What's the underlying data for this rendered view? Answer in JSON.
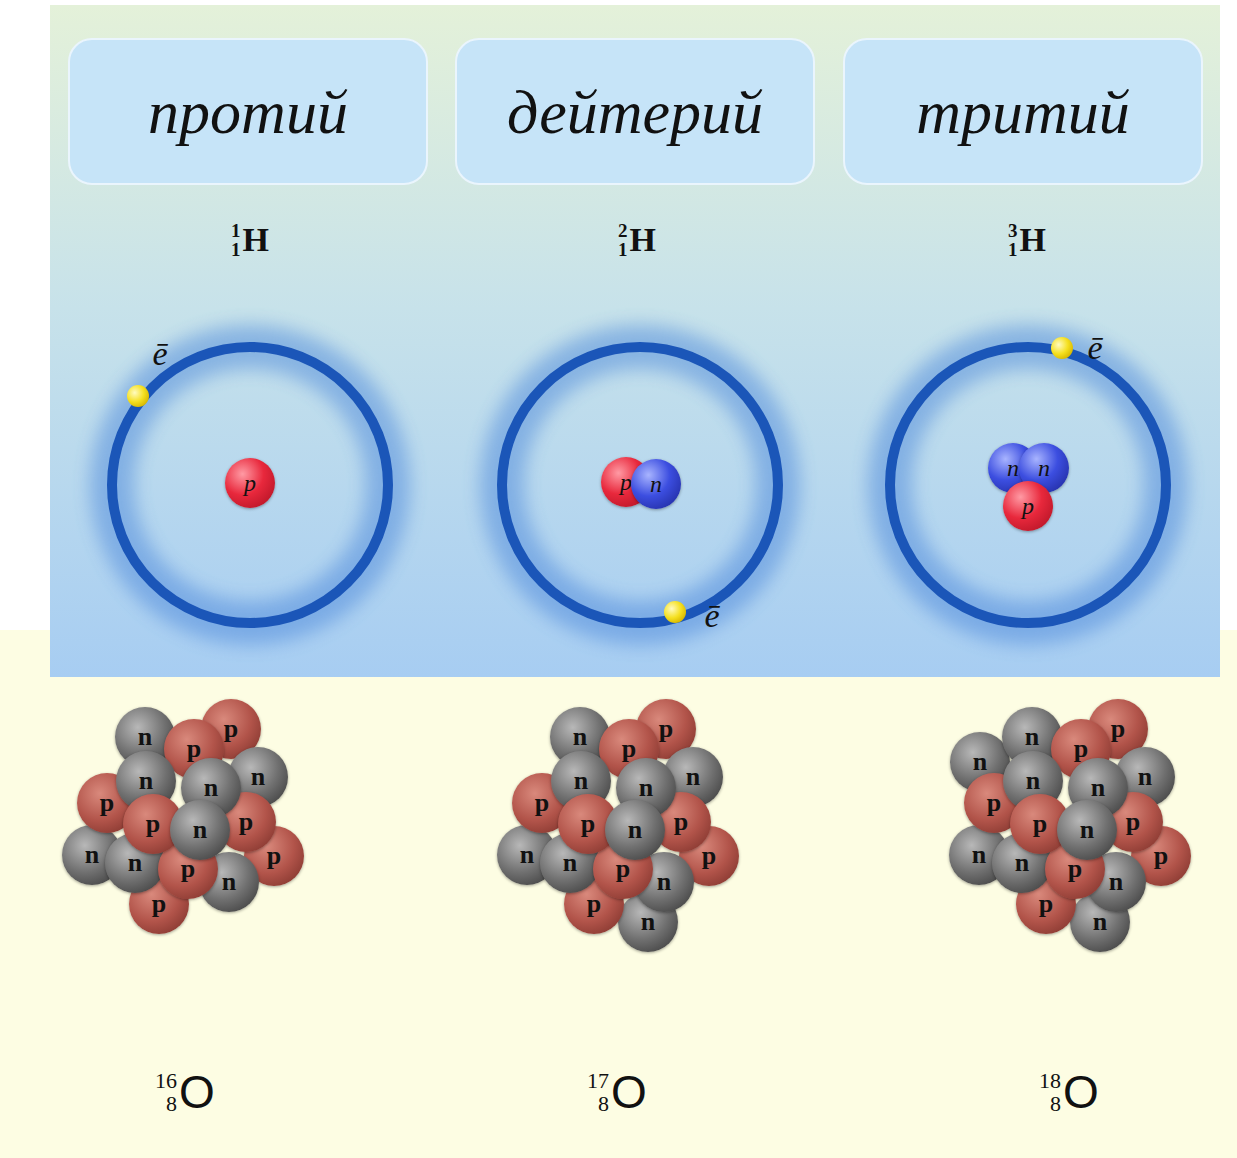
{
  "diagram": {
    "nodes": [
      {
        "text": [
          "протий"
        ]
      },
      {
        "text": [
          "дейтерий"
        ]
      },
      {
        "text": [
          "тритий"
        ]
      }
    ],
    "labels": [
      "1",
      "1",
      "H",
      "2",
      "1",
      "H",
      "3",
      "1",
      "H",
      "ē",
      "p",
      "p",
      "n",
      "ē",
      "ē",
      "n",
      "n",
      "p",
      "16",
      "8",
      "O",
      "17",
      "8",
      "O",
      "18",
      "8",
      "O",
      "n",
      "p",
      "n",
      "p",
      "n",
      "p",
      "n",
      "p",
      "n",
      "p",
      "n",
      "p",
      "n",
      "p",
      "n",
      "p",
      "n",
      "p",
      "n",
      "p",
      "n",
      "p",
      "n",
      "p",
      "n",
      "p",
      "n",
      "p",
      "n",
      "p",
      "n",
      "p",
      "n",
      "n",
      "p",
      "n",
      "p",
      "n",
      "p",
      "n",
      "p",
      "n",
      "p",
      "n",
      "p",
      "n",
      "p",
      "n",
      "p",
      "n",
      "n"
    ]
  }
}
